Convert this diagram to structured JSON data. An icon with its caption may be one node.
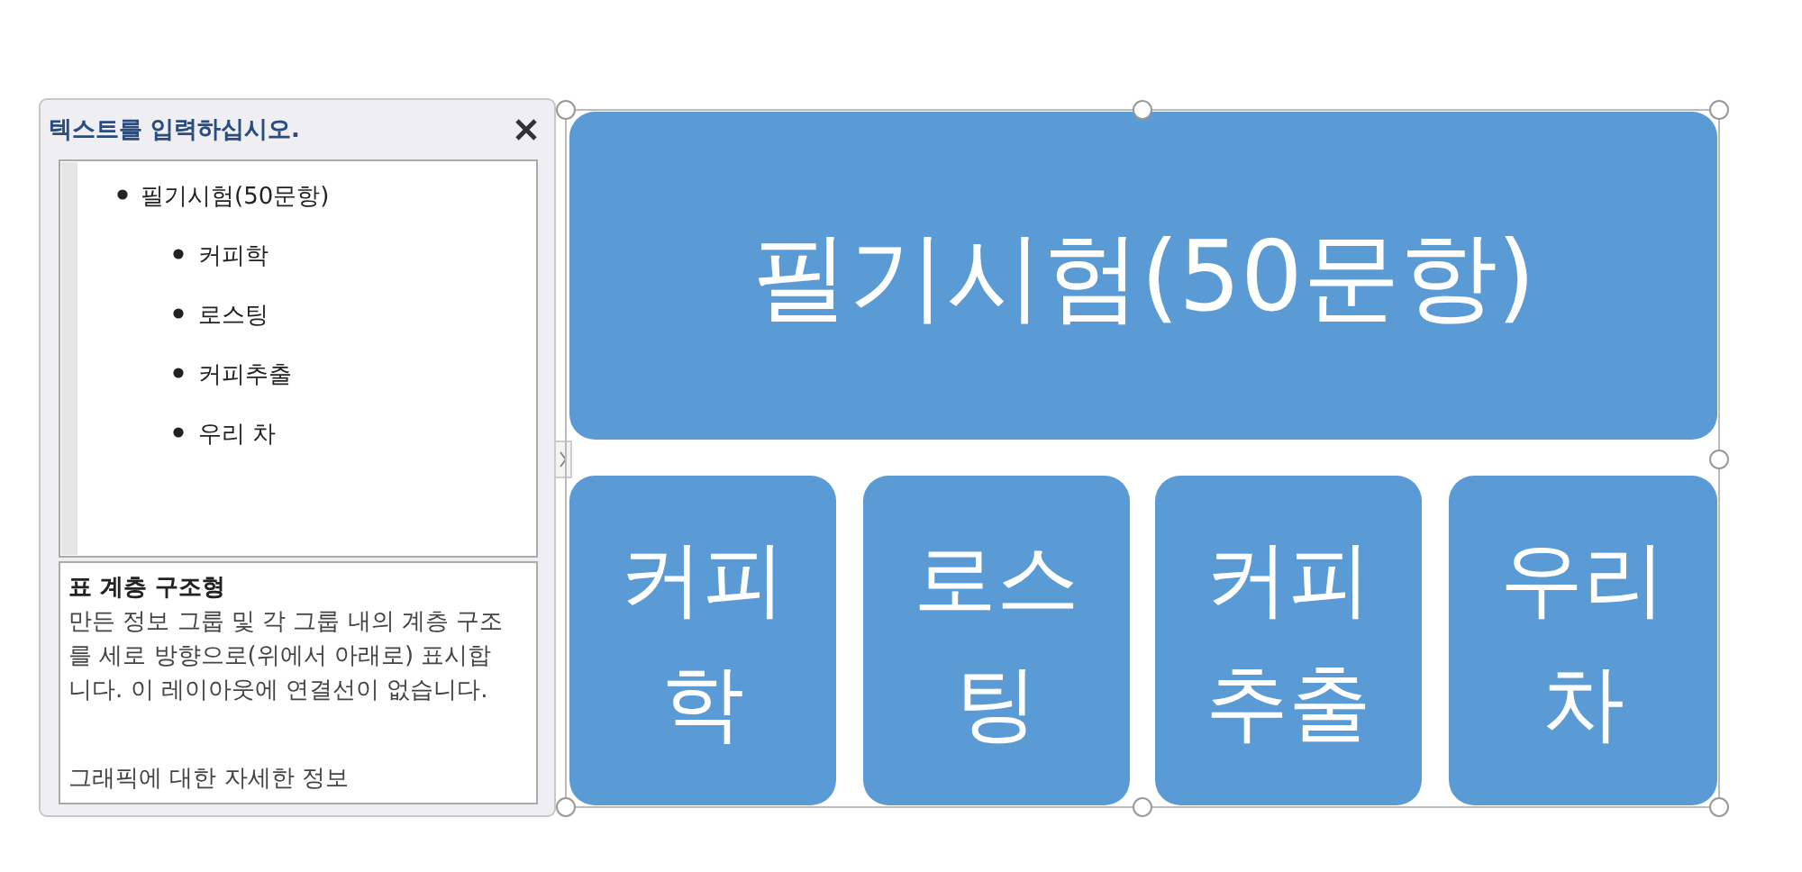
{
  "diagram": {
    "nodes": [
      {
        "text": [
          "필기시험(50문항)"
        ]
      },
      {
        "text": [
          "커피학"
        ]
      },
      {
        "text": [
          "로스팅"
        ]
      },
      {
        "text": [
          "커피추출"
        ]
      },
      {
        "text": [
          "우리 차"
        ]
      }
    ],
    "labels": [
      "텍스트를 입력하십시오.",
      "필기시험(50문항)",
      "커피학",
      "로스팅",
      "커피추출",
      "우리 차",
      "표 계층 구조형",
      "만든 정보 그룹 및 각 그룹 내의 계층 구조를 세로 방향으로(위에서 아래로) 표시합니다. 이 레이아웃에 연결선이 없습니다.",
      "그래픽에 대한 자세한 정보"
    ]
  }
}
